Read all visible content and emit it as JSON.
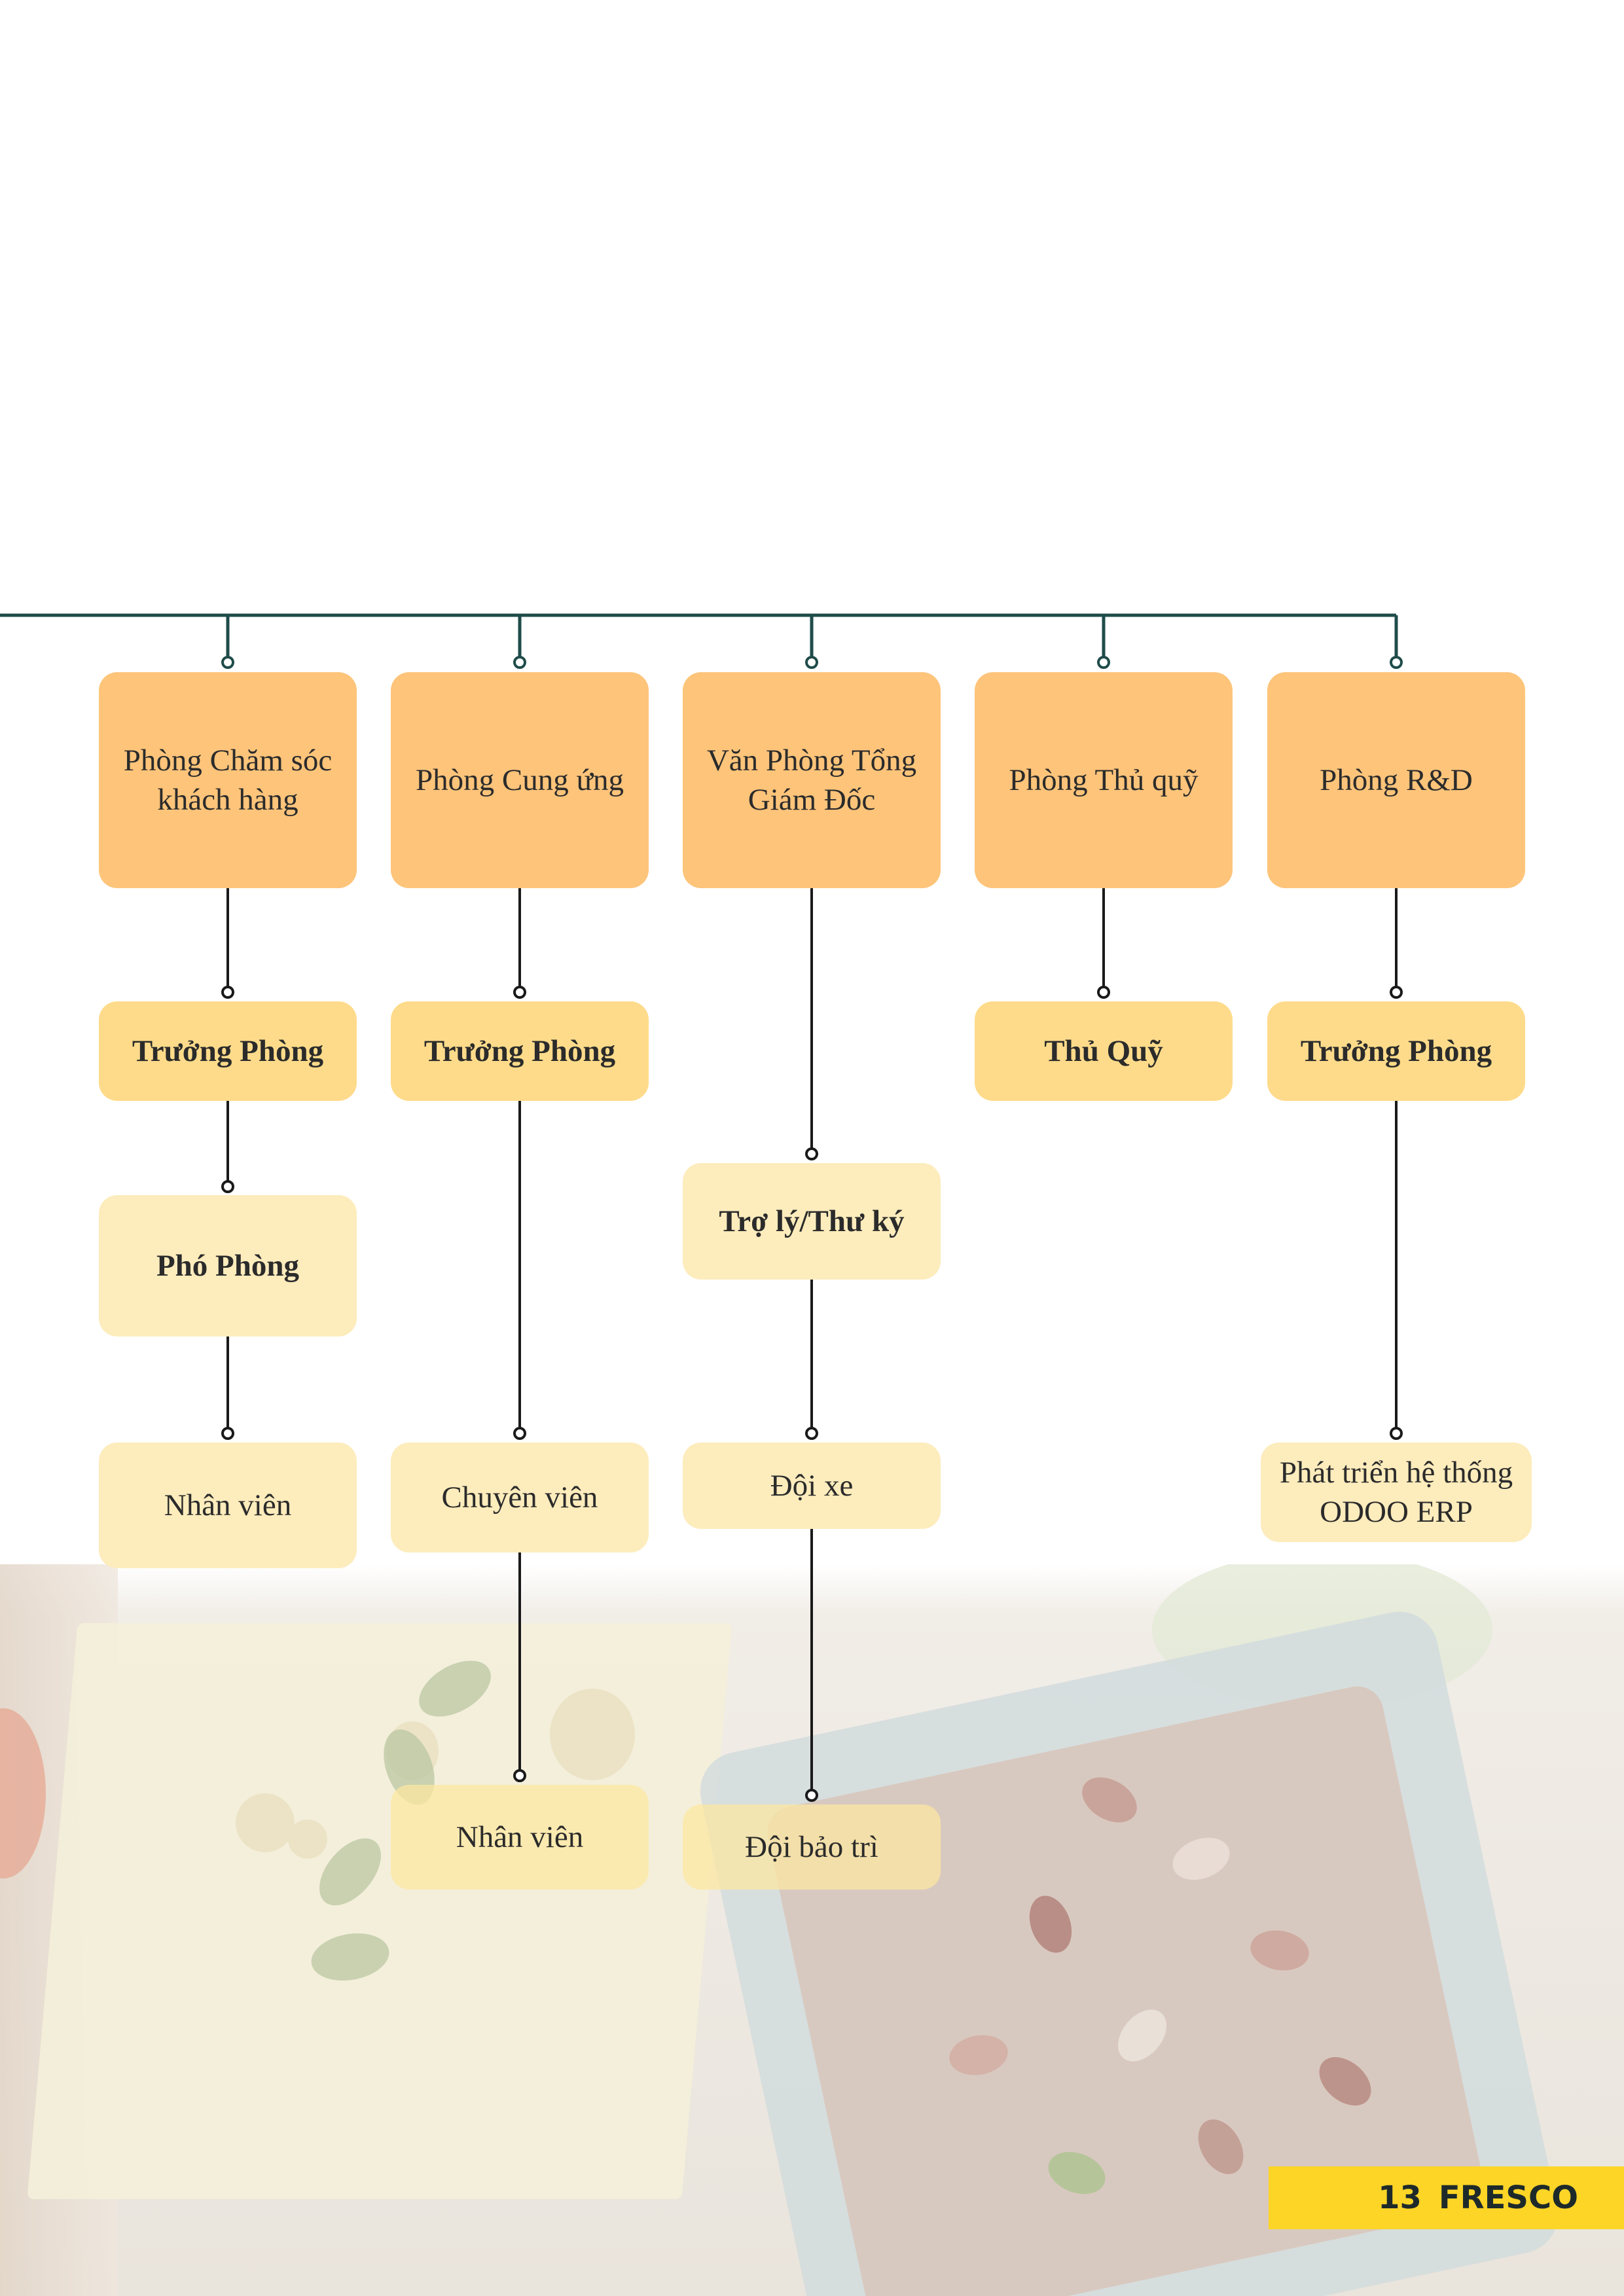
{
  "colors": {
    "line": "#1f4c4a",
    "department": "#fdc47a",
    "head": "#fedb8a",
    "staff": "#fdecbc",
    "badge": "#fcd526"
  },
  "departments": [
    {
      "name": "Phòng Chăm sóc khách hàng",
      "head": "Trưởng Phòng",
      "deputy": "Phó Phòng",
      "staff": "Nhân viên"
    },
    {
      "name": "Phòng Cung ứng",
      "head": "Trưởng Phòng",
      "specialist": "Chuyên viên",
      "staff": "Nhân viên"
    },
    {
      "name": "Văn Phòng Tổng Giám Đốc",
      "assistant": "Trợ lý/Thư ký",
      "fleet": "Đội xe",
      "maintenance": "Đội bảo trì"
    },
    {
      "name": "Phòng Thủ quỹ",
      "head": "Thủ Quỹ"
    },
    {
      "name": "Phòng R&D",
      "head": "Trưởng Phòng",
      "team": "Phát triển hệ thống ODOO ERP"
    }
  ],
  "footer": {
    "page_number": "13",
    "brand": "FRESCO"
  }
}
